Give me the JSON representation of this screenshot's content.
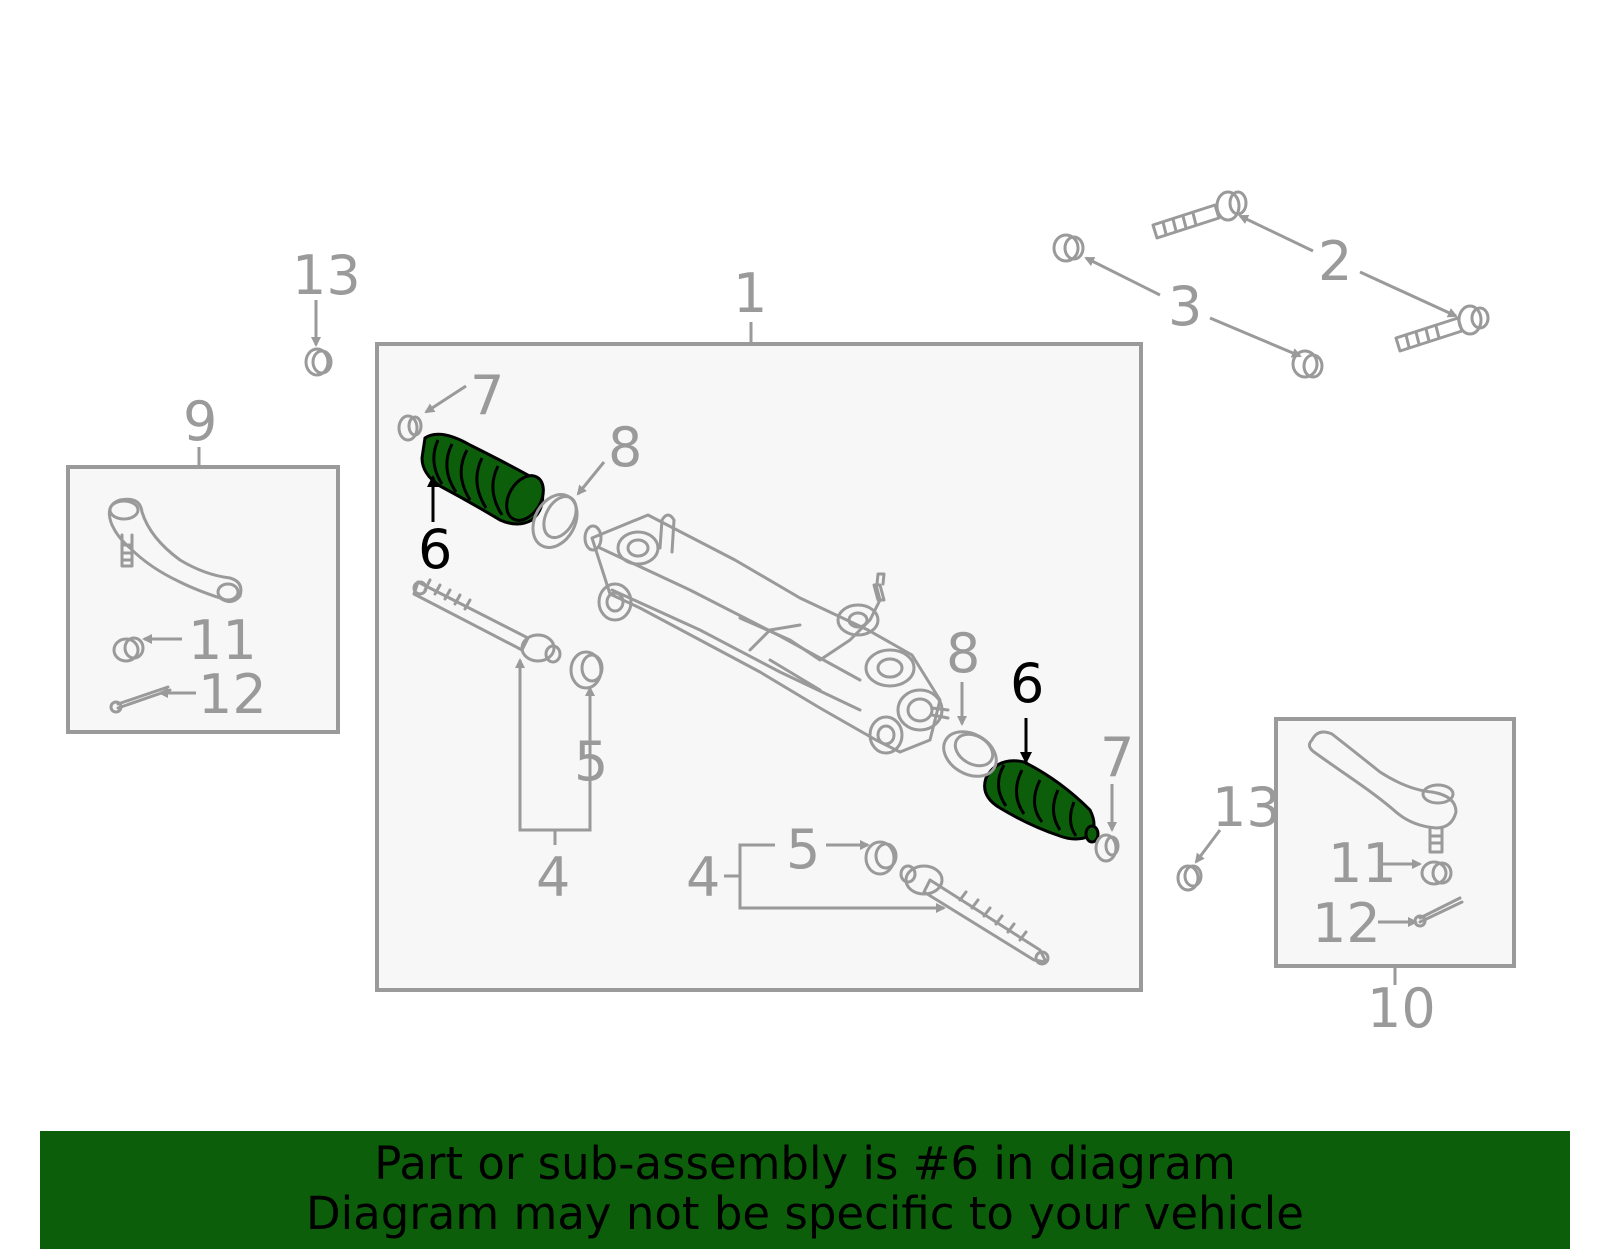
{
  "callouts": {
    "c1": "1",
    "c2": "2",
    "c3": "3",
    "c4a": "4",
    "c4b": "4",
    "c5a": "5",
    "c5b": "5",
    "c6a": "6",
    "c6b": "6",
    "c7a": "7",
    "c7b": "7",
    "c8a": "8",
    "c8b": "8",
    "c9": "9",
    "c10": "10",
    "c11a": "11",
    "c11b": "11",
    "c12a": "12",
    "c12b": "12",
    "c13a": "13",
    "c13b": "13"
  },
  "highlight_part": "6",
  "colors": {
    "highlight": "#0d5e0a",
    "line": "#9a9a9a",
    "footer": "#0d5e0a"
  },
  "footer": {
    "line1": "Part or sub-assembly is #6 in diagram",
    "line2": "Diagram may not be specific to your vehicle"
  }
}
